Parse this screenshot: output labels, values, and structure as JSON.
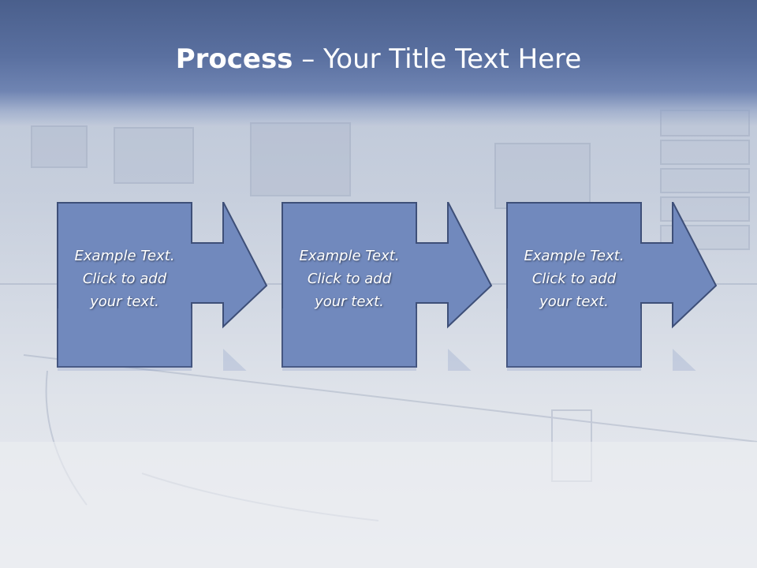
{
  "title": {
    "bold": "Process",
    "rest": " – Your Title Text Here"
  },
  "steps": [
    {
      "line1": "Example Text.",
      "line2": "Click  to add",
      "line3": "your text."
    },
    {
      "line1": "Example Text.",
      "line2": "Click  to add",
      "line3": "your text."
    },
    {
      "line1": "Example Text.",
      "line2": "Click  to add",
      "line3": "your text."
    }
  ],
  "colors": {
    "box_fill": "#7189bd",
    "box_stroke": "#3e4f78",
    "title_band": "#5a70a0"
  },
  "icons": [
    "right-arrow-icon"
  ]
}
